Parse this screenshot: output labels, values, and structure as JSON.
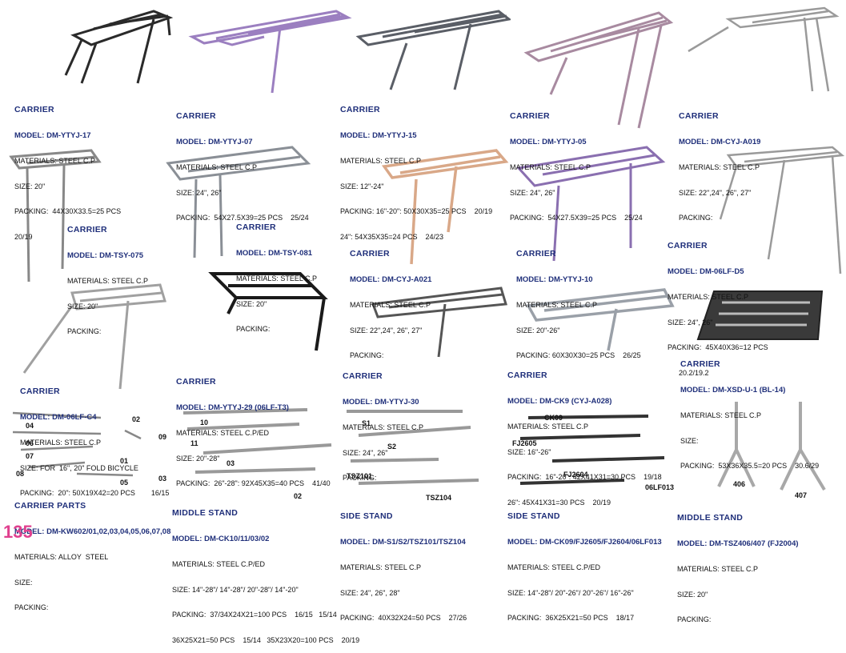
{
  "page_number": "135",
  "products": [
    {
      "id": "p1",
      "heading": "CARRIER",
      "model": "MODEL: DM-YTYJ-17",
      "lines": [
        "MATERIALS: STEEL C.P",
        "SIZE: 20\"",
        "PACKING:  44X30X33.5=25 PCS",
        "20/19"
      ]
    },
    {
      "id": "p2",
      "heading": "CARRIER",
      "model": "MODEL: DM-YTYJ-07",
      "lines": [
        "MATERIALS: STEEL C.P",
        "SIZE: 24\", 26\"",
        "PACKING:  54X27.5X39=25 PCS    25/24"
      ]
    },
    {
      "id": "p3",
      "heading": "CARRIER",
      "model": "MODEL: DM-YTYJ-15",
      "lines": [
        "MATERIALS: STEEL C.P",
        "SIZE: 12\"-24\"",
        "PACKING: 16\"-20\": 50X30X35=25 PCS    20/19",
        "24\": 54X35X35=24 PCS    24/23"
      ]
    },
    {
      "id": "p4",
      "heading": "CARRIER",
      "model": "MODEL: DM-YTYJ-05",
      "lines": [
        "MATERIALS: STEEL C.P",
        "SIZE: 24\", 26\"",
        "PACKING:  54X27.5X39=25 PCS    25/24"
      ]
    },
    {
      "id": "p5",
      "heading": "CARRIER",
      "model": "MODEL: DM-CYJ-A019",
      "lines": [
        "MATERIALS: STEEL C.P",
        "SIZE: 22\",24\", 26\", 27\"",
        "PACKING:"
      ]
    },
    {
      "id": "p6",
      "heading": "CARRIER",
      "model": "MODEL: DM-TSY-075",
      "lines": [
        "MATERIALS: STEEL C.P",
        "SIZE: 20\"",
        "PACKING:"
      ]
    },
    {
      "id": "p7",
      "heading": "CARRIER",
      "model": "MODEL: DM-TSY-081",
      "lines": [
        "MATERIALS: STEEL C.P",
        "SIZE: 20\"",
        "PACKING:"
      ]
    },
    {
      "id": "p8",
      "heading": "CARRIER",
      "model": "MODEL: DM-CYJ-A021",
      "lines": [
        "MATERIALS: STEEL C.P",
        "SIZE: 22\",24\", 26\", 27\"",
        "PACKING:"
      ]
    },
    {
      "id": "p9",
      "heading": "CARRIER",
      "model": "MODEL: DM-YTYJ-10",
      "lines": [
        "MATERIALS: STEEL C.P",
        "SIZE: 20\"-26\"",
        "PACKING: 60X30X30=25 PCS    26/25"
      ]
    },
    {
      "id": "p10",
      "heading": "CARRIER",
      "model": "MODEL: DM-06LF-D5",
      "lines": [
        "MATERIALS: STEEL C.P",
        "SIZE: 24\", 26\"",
        "PACKING:  45X40X36=12 PCS",
        "20.2/19.2"
      ]
    },
    {
      "id": "p11",
      "heading": "CARRIER",
      "model": "MODEL: DM-06LF-C4",
      "lines": [
        "MATERIALS: STEEL C.P",
        "SIZE: FOR  16\", 20\" FOLD BICYCLE",
        "PACKING:  20\": 50X19X42=20 PCS        16/15"
      ]
    },
    {
      "id": "p12",
      "heading": "CARRIER",
      "model": "MODEL: DM-YTYJ-29 (06LF-T3)",
      "lines": [
        "MATERIALS: STEEL C.P/ED",
        "SIZE: 20\"-28\"",
        "PACKING:  26\"-28\": 92X45X35=40 PCS    41/40"
      ]
    },
    {
      "id": "p13",
      "heading": "CARRIER",
      "model": "MODEL: DM-YTYJ-30",
      "lines": [
        "MATERIALS: STEEL C.P",
        "SIZE: 24\", 26\"",
        "PACKING:"
      ]
    },
    {
      "id": "p14",
      "heading": "CARRIER",
      "model": "MODEL: DM-CK9 (CYJ-A028)",
      "lines": [
        "MATERIALS: STEEL C.P",
        "SIZE: 16\"-26\"",
        "PACKING:  16\"-20\": 42X41X31=30 PCS    19/18",
        "26\": 45X41X31=30 PCS    20/19"
      ]
    },
    {
      "id": "p15",
      "heading": "CARRIER",
      "model": "MODEL: DM-XSD-U-1 (BL-14)",
      "lines": [
        "MATERIALS: STEEL C.P",
        "SIZE:",
        "PACKING:  53X36X35.5=20 PCS    30.6/29"
      ]
    },
    {
      "id": "p16",
      "heading": "CARRIER PARTS",
      "model": "MODEL: DM-KW602/01,02,03,04,05,06,07,08",
      "lines": [
        "MATERIALS: ALLOY  STEEL",
        "SIZE:",
        "PACKING:"
      ]
    },
    {
      "id": "p17",
      "heading": "MIDDLE STAND",
      "model": "MODEL: DM-CK10/11/03/02",
      "lines": [
        "MATERIALS: STEEL C.P/ED",
        "SIZE: 14\"-28\"/ 14\"-28\"/ 20\"-28\"/ 14\"-20\"",
        "PACKING:  37/34X24X21=100 PCS    16/15   15/14",
        "36X25X21=50 PCS    15/14   35X23X20=100 PCS    20/19"
      ]
    },
    {
      "id": "p18",
      "heading": "SIDE STAND",
      "model": "MODEL: DM-S1/S2/TSZ101/TSZ104",
      "lines": [
        "MATERIALS: STEEL C.P",
        "SIZE: 24\", 26\", 28\"",
        "PACKING:  40X32X24=50 PCS    27/26"
      ]
    },
    {
      "id": "p19",
      "heading": "SIDE STAND",
      "model": "MODEL: DM-CK09/FJ2605/FJ2604/06LF013",
      "lines": [
        "MATERIALS: STEEL C.P/ED",
        "SIZE: 14\"-28\"/ 20\"-26\"/ 20\"-26\"/ 16\"-26\"",
        "PACKING:  36X25X21=50 PCS    18/17"
      ]
    },
    {
      "id": "p20",
      "heading": "MIDDLE STAND",
      "model": "MODEL: DM-TSZ406/407 (FJ2004)",
      "lines": [
        "MATERIALS: STEEL C.P",
        "SIZE: 20\"",
        "PACKING:"
      ]
    }
  ],
  "part_labels": {
    "parts": [
      "04",
      "06",
      "07",
      "08",
      "02",
      "09",
      "01",
      "03",
      "05"
    ],
    "middle_stand": [
      "10",
      "11",
      "03",
      "02"
    ],
    "side_stand_a": [
      "S1",
      "S2",
      "TSZ101",
      "TSZ104"
    ],
    "side_stand_b": [
      "CK09",
      "FJ2605",
      "FJ2604",
      "06LF013"
    ],
    "middle_stand_b": [
      "406",
      "407"
    ]
  },
  "colors": {
    "heading": "#1f2f7a",
    "page_number": "#e0408f",
    "chrome": "#9aa0a8",
    "dark": "#2a2a2a",
    "purple": "#9b7fc0",
    "copper": "#d9a888",
    "silver": "#b8b8b8"
  }
}
